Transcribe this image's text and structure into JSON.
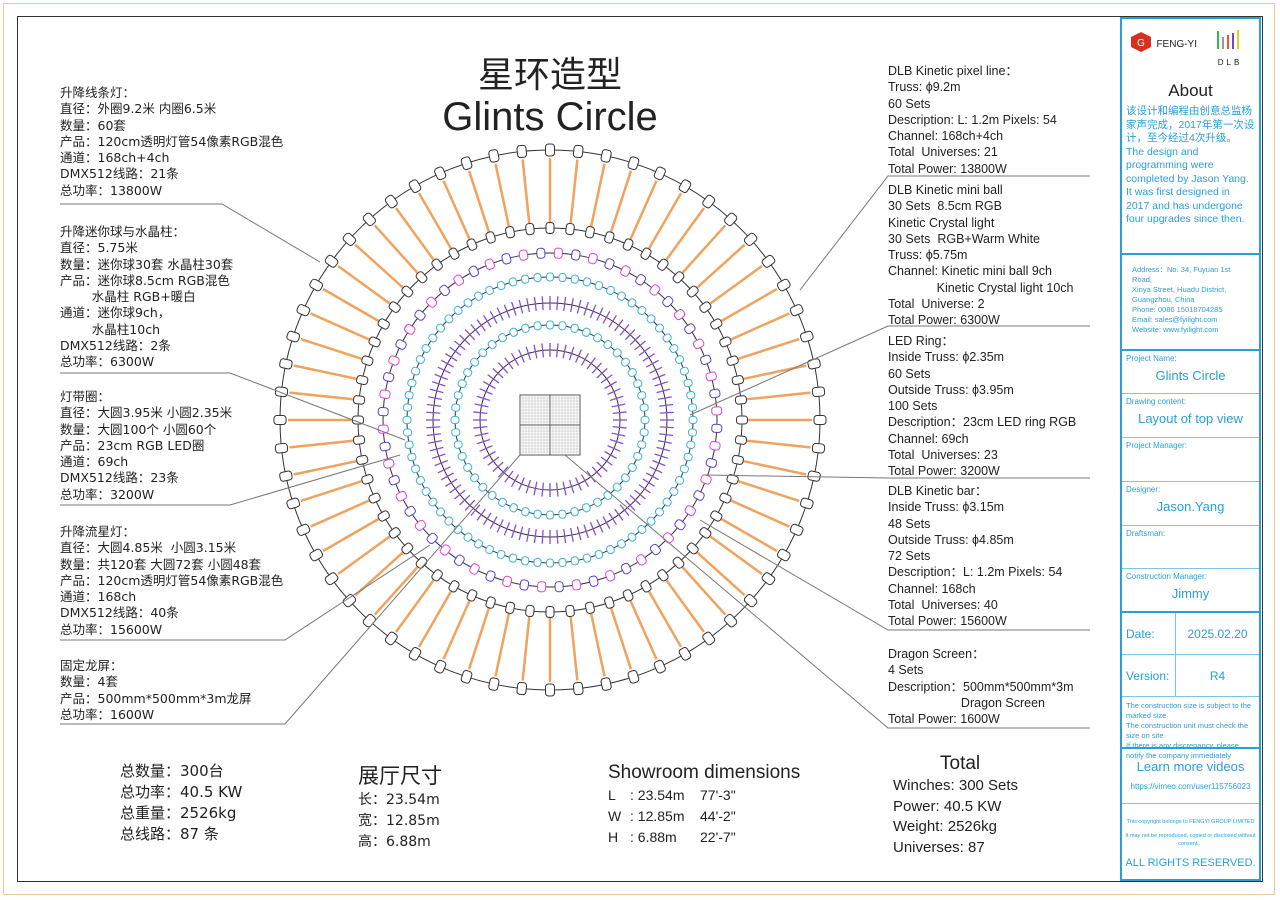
{
  "title": {
    "cn": "星环造型",
    "en": "Glints Circle"
  },
  "left_blocks": [
    {
      "lines": [
        "升降线条灯：",
        "直径：外圈9.2米 内圈6.5米",
        "数量：60套",
        "产品：120cm透明灯管54像素RGB混色",
        "通道：168ch+4ch",
        "DMX512线路：21条",
        "总功率：13800W"
      ]
    },
    {
      "lines": [
        "升降迷你球与水晶柱：",
        "直径：5.75米",
        "数量：迷你球30套 水晶柱30套",
        "产品：迷你球8.5cm RGB混色",
        "        水晶柱 RGB+暖白",
        "通道：迷你球9ch，",
        "        水晶柱10ch",
        "DMX512线路：2条",
        "总功率：6300W"
      ]
    },
    {
      "lines": [
        "灯带圈：",
        "直径：大圆3.95米 小圆2.35米",
        "数量：大圆100个 小圆60个",
        "产品：23cm RGB LED圈",
        "通道：69ch",
        "DMX512线路：23条",
        "总功率：3200W"
      ]
    },
    {
      "lines": [
        "升降流星灯：",
        "直径：大圆4.85米  小圆3.15米",
        "数量：共120套 大圆72套 小圆48套",
        "产品：120cm透明灯管54像素RGB混色",
        "通道：168ch",
        "DMX512线路：40条",
        "总功率：15600W"
      ]
    },
    {
      "lines": [
        "固定龙屏：",
        "数量：4套",
        "产品：500mm*500mm*3m龙屏",
        "总功率：1600W"
      ]
    }
  ],
  "right_blocks": [
    {
      "lines": [
        "DLB Kinetic pixel line：",
        "Truss: ϕ9.2m",
        "60 Sets",
        "Description: L: 1.2m Pixels: 54",
        "Channel: 168ch+4ch",
        "Total  Universes: 21",
        "Total Power: 13800W"
      ]
    },
    {
      "lines": [
        "DLB Kinetic mini ball",
        "30 Sets  8.5cm RGB",
        "Kinetic Crystal light",
        "30 Sets  RGB+Warm White",
        "Truss: ϕ5.75m",
        "Channel: Kinetic mini ball 9ch",
        "              Kinetic Crystal light 10ch",
        "Total  Universe: 2",
        "Total Power: 6300W"
      ]
    },
    {
      "lines": [
        "LED Ring：",
        "Inside Truss: ϕ2.35m",
        "60 Sets",
        "Outside Truss: ϕ3.95m",
        "100 Sets",
        "Description：23cm LED ring RGB",
        "Channel: 69ch",
        "Total  Universes: 23",
        "Total Power: 3200W"
      ]
    },
    {
      "lines": [
        "DLB Kinetic bar：",
        "Inside Truss: ϕ3.15m",
        "48 Sets",
        "Outside Truss: ϕ4.85m",
        "72 Sets",
        "Description：L: 1.2m Pixels: 54",
        "Channel: 168ch",
        "Total  Universes: 40",
        "Total Power: 15600W"
      ]
    },
    {
      "lines": [
        "Dragon Screen：",
        "4 Sets",
        "Description：500mm*500mm*3m",
        "                     Dragon Screen",
        "Total Power: 1600W"
      ]
    }
  ],
  "totals_cn": [
    "总数量：300台",
    "总功率：40.5 KW",
    "总重量：2526kg",
    "总线路：87 条"
  ],
  "hall": {
    "heading": "展厅尺寸",
    "lines": [
      "长：23.54m",
      "宽：12.85m",
      "高：6.88m"
    ]
  },
  "showroom": {
    "heading": "Showroom  dimensions",
    "rows": [
      [
        "L",
        ": 23.54m",
        "77'-3\""
      ],
      [
        "W",
        ": 12.85m",
        "44'-2\""
      ],
      [
        "H",
        ": 6.88m",
        "22'-7\""
      ]
    ]
  },
  "total": {
    "heading": "Total",
    "lines": [
      "Winches: 300 Sets",
      "Power: 40.5 KW",
      "Weight: 2526kg",
      "Universes: 87"
    ]
  },
  "panel": {
    "logo_fengyi": "FENG-YI",
    "logo_dlb": "DLB",
    "about_heading": "About",
    "about_cn": "该设计和编程由创意总监杨家声完成，2017年第一次设计，至今经过4次升级。",
    "about_en": "The design and programming were completed by Jason Yang. It was first designed in 2017 and has undergone four upgrades since then.",
    "address": [
      "Address：No. 34, Fuyuan 1st Road,",
      "Xinya Street,  Huadu District,",
      "Guangzhou, China",
      "Phone:  0086 15018704285",
      "Email: sales@fyilight.com",
      "Website: www.fyilight.com"
    ],
    "project_name_label": "Project Name:",
    "project_name": "Glints Circle",
    "drawing_label": "Drawing content:",
    "drawing": "Layout of top view",
    "pm_label": "Project Manager:",
    "designer_label": "Designer:",
    "designer": "Jason.Yang",
    "draftsman_label": "Draftsman:",
    "cm_label": "Construction Manager:",
    "cm": "Jimmy",
    "date_label": "Date:",
    "date": "2025.02.20",
    "version_label": "Version:",
    "version": "R4",
    "notice": [
      "The construction size is subject to the marked size",
      "The construction unit must check the size on site",
      "If there is any discrepancy, please notify the company immediately"
    ],
    "videos_heading": "Learn more videos",
    "videos_url": "https://vimeo.com/user115756023",
    "copyright1": "This copyright belongs to FENGYI GROUP LIMITED",
    "copyright2": "It may not be reproduced, copied or disclosed without consent。",
    "rights": "ALL  RIGHTS  RESERVED."
  },
  "colors": {
    "accent": "#2a9fd6",
    "kinetic_bar": "#f0a35e",
    "led_ring": "#3bb3d6",
    "meteor_tick": "#8a4fd0",
    "mini_ball": "#e040e0",
    "crystal": "#5b3fd0"
  }
}
